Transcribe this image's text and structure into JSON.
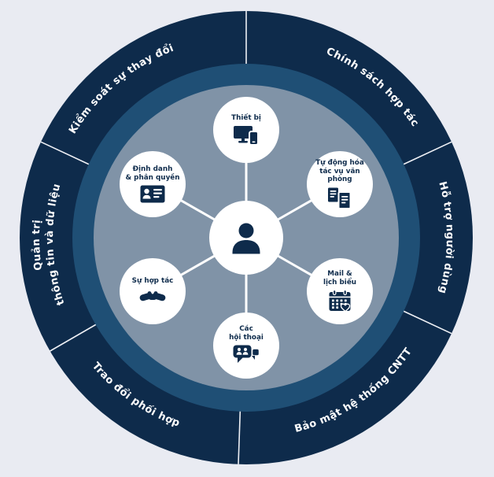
{
  "colors": {
    "background": "#e9ebf2",
    "outer_ring": "#0e2b4b",
    "middle_ring": "#1f4f75",
    "inner_disc": "#8093a7",
    "node_background": "#ffffff",
    "node_text": "#0e2b4b",
    "ring_text": "#ffffff"
  },
  "ring_labels": {
    "top_left": "Kiểm soát sự thay đổi",
    "top_right": "Chính sách hợp tác",
    "right": "Hỗ trợ người dùng",
    "bottom_right": "Bảo mật hệ thống CNTT",
    "bottom_left": "Trao đổi phối hợp",
    "left_line1": "Quản trị",
    "left_line2": "thông tin và dữ liệu"
  },
  "center": {
    "icon": "person-icon"
  },
  "nodes": {
    "devices": {
      "line1": "Thiết bị",
      "line2": "",
      "icon": "devices-icon"
    },
    "identity": {
      "line1": "Định danh",
      "line2": "& phân quyền",
      "icon": "id-card-icon"
    },
    "automation": {
      "line1": "Tự động hóa",
      "line2": "tác vụ văn phòng",
      "icon": "documents-icon"
    },
    "collaboration": {
      "line1": "Sự hợp tác",
      "line2": "",
      "icon": "handshake-icon"
    },
    "mail": {
      "line1": "Mail &",
      "line2": "lịch biểu",
      "icon": "calendar-icon"
    },
    "conversations": {
      "line1": "Các",
      "line2": "hội thoại",
      "icon": "chat-icon"
    }
  }
}
